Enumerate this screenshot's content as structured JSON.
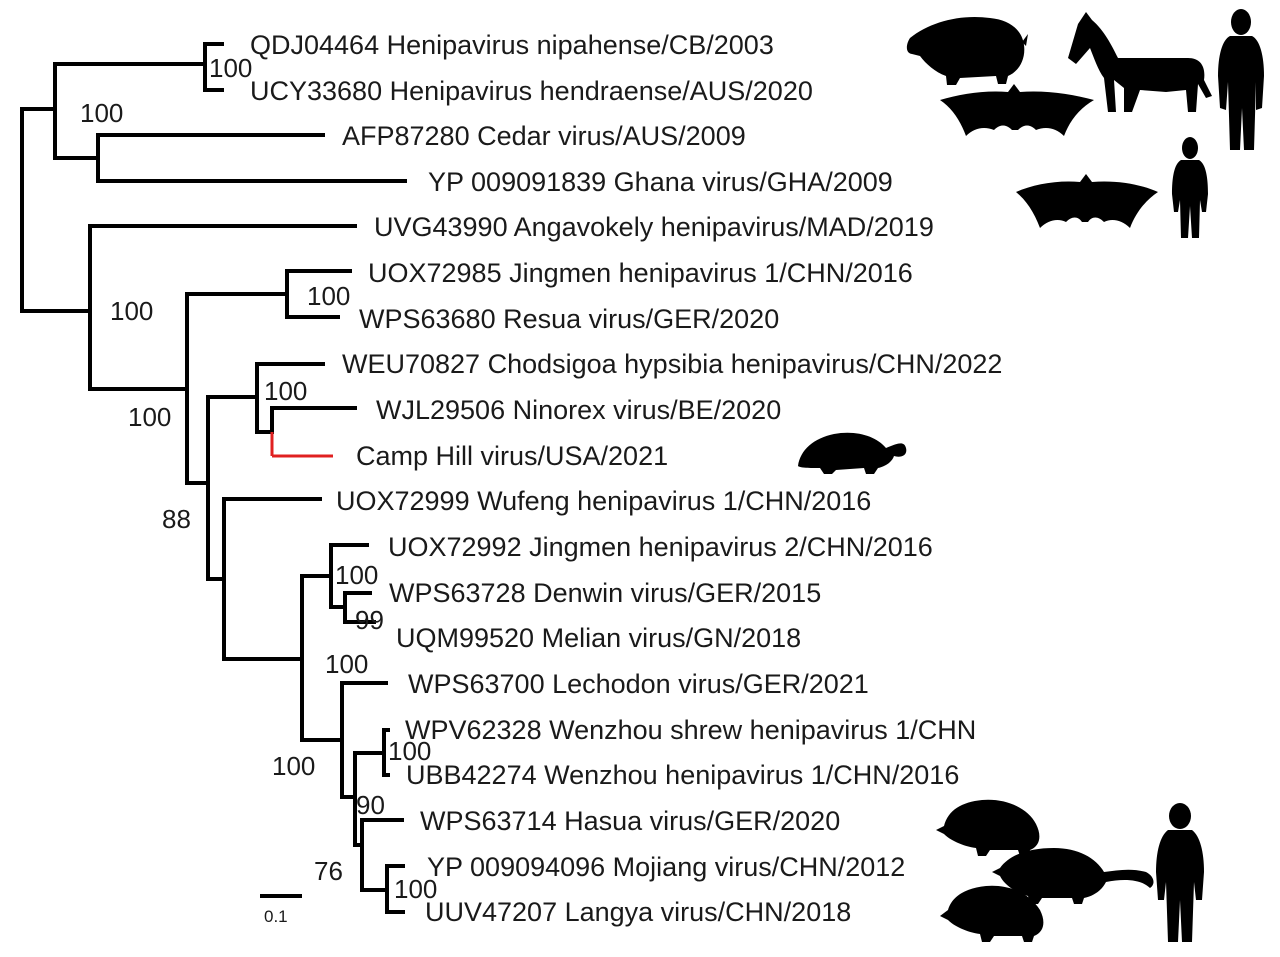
{
  "accent_colors": {
    "branch": "#000000",
    "highlight": "#e02020"
  },
  "taxa": [
    "QDJ04464 Henipavirus nipahense/CB/2003",
    "UCY33680 Henipavirus hendraense/AUS/2020",
    "AFP87280 Cedar virus/AUS/2009",
    "YP 009091839 Ghana virus/GHA/2009",
    "UVG43990 Angavokely henipavirus/MAD/2019",
    "UOX72985 Jingmen henipavirus 1/CHN/2016",
    "WPS63680 Resua virus/GER/2020",
    "WEU70827 Chodsigoa hypsibia henipavirus/CHN/2022",
    "WJL29506 Ninorex virus/BE/2020",
    "Camp Hill virus/USA/2021",
    "UOX72999 Wufeng henipavirus 1/CHN/2016",
    "UOX72992 Jingmen henipavirus 2/CHN/2016",
    "WPS63728 Denwin virus/GER/2015",
    "UQM99520 Melian virus/GN/2018",
    "WPS63700 Lechodon virus/GER/2021",
    "WPV62328 Wenzhou shrew henipavirus 1/CHN",
    "UBB42274 Wenzhou henipavirus 1/CHN/2016",
    "WPS63714 Hasua virus/GER/2020",
    "YP 009094096 Mojiang virus/CHN/2012",
    "UUV47207 Langya virus/CHN/2018"
  ],
  "highlighted_taxon": "Camp Hill virus/USA/2021",
  "support_values": [
    "100",
    "100",
    "100",
    "100",
    "100",
    "100",
    "88",
    "100",
    "99",
    "100",
    "100",
    "100",
    "90",
    "76",
    "100"
  ],
  "scale_bar": {
    "label": "0.1",
    "value": 0.1
  },
  "host_icons": [
    "boar-silhouette-icon",
    "horse-silhouette-icon",
    "human-silhouette-icon",
    "fruit-bat-silhouette-icon",
    "shrew-silhouette-icon",
    "rat-silhouette-icon"
  ]
}
